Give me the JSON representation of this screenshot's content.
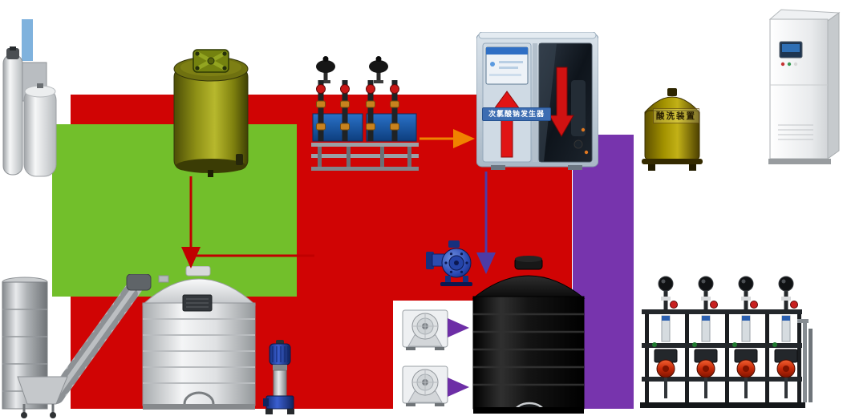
{
  "diagram": {
    "blocks": {
      "red": "#d00404",
      "green": "#72bf2b",
      "purple": "#7734ad",
      "blue_bar": "#7fb2dd"
    },
    "arrows": {
      "orange": "#f08300",
      "red": "#c00000",
      "indigo": "#4d3ba6",
      "purple": "#6d2ea6"
    },
    "labels": {
      "generator": "次氯酸钠发生器",
      "acid_wash": "酸洗装置"
    },
    "equipment": [
      "water-softener-unit",
      "chemical-dosing-tank",
      "metering-pump-skid-blue",
      "sodium-hypochlorite-generator",
      "acid-wash-tank",
      "control-cabinet",
      "screw-feeder",
      "dissolving-tank",
      "vertical-multistage-pump",
      "booster-pump",
      "blower-1",
      "blower-2",
      "storage-tank-black",
      "metering-pump-skid-black"
    ]
  }
}
